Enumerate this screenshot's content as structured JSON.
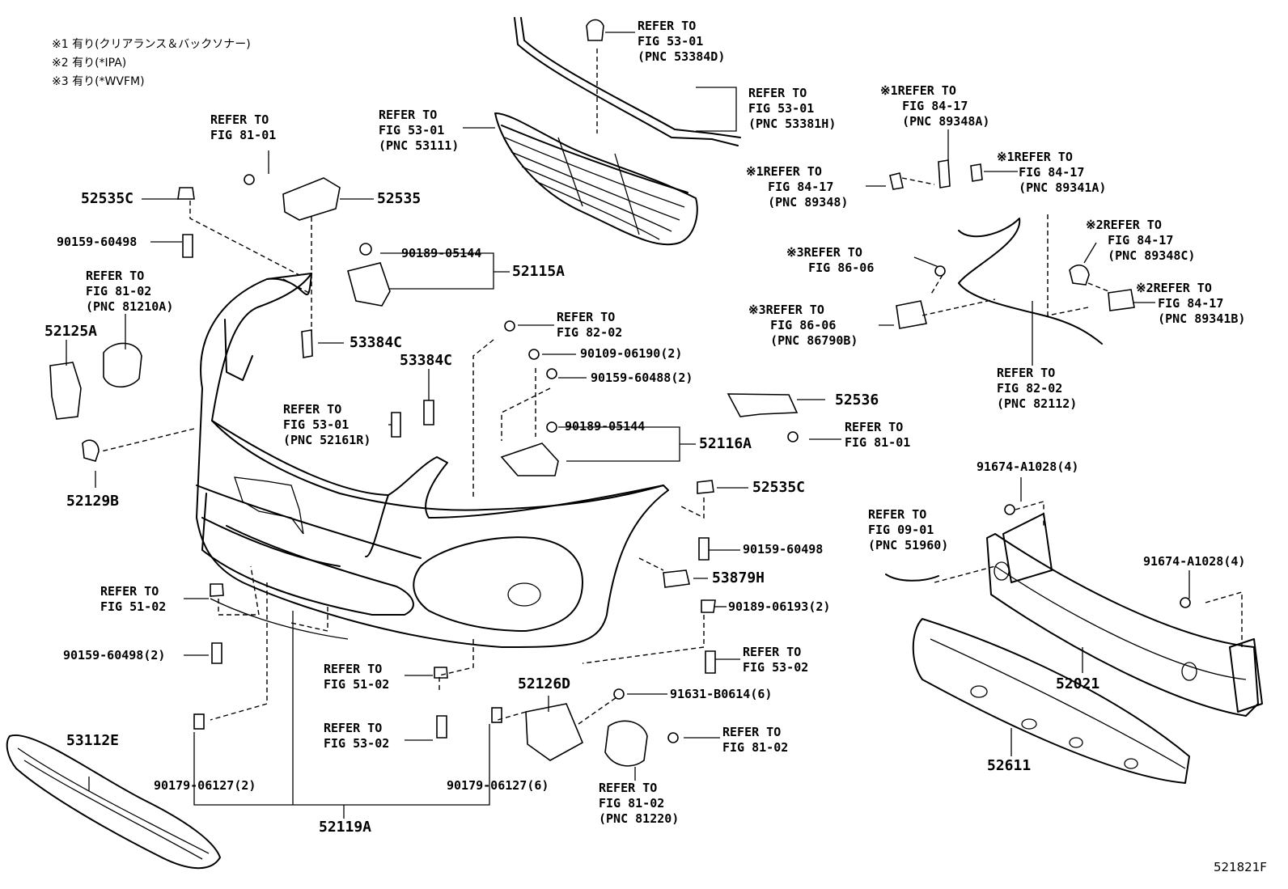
{
  "notes": [
    "※1 有り(クリアランス＆バックソナー)",
    "※2 有り(*IPA)",
    "※3 有り(*WVFM)"
  ],
  "figure_number": "521821F",
  "labels": {
    "refer_53384d": "REFER TO\nFIG 53-01\n(PNC 53384D)",
    "refer_53381h": "REFER TO\nFIG 53-01\n(PNC 53381H)",
    "refer_53111": "REFER TO\nFIG 53-01\n(PNC 53111)",
    "refer_8101_top": "REFER TO\nFIG 81-01",
    "p_52535c_top": "52535C",
    "p_52535": "52535",
    "p_90159_60498_top": "90159-60498",
    "p_90189_05144_top": "90189-05144",
    "p_52115a": "52115A",
    "refer_81210a": "REFER TO\nFIG 81-02\n(PNC 81210A)",
    "p_52125a": "52125A",
    "p_53384c_a": "53384C",
    "p_53384c_b": "53384C",
    "refer_52161r": "REFER TO\nFIG 53-01\n(PNC 52161R)",
    "p_52129b": "52129B",
    "refer_8202": "REFER TO\nFIG 82-02",
    "p_90109_06190": "90109-06190(2)",
    "p_90159_60488": "90159-60488(2)",
    "p_90189_05144_mid": "90189-05144",
    "p_52116a": "52116A",
    "p_52536": "52536",
    "refer_8101_right": "REFER TO\nFIG 81-01",
    "refer_89348a": "※1REFER TO\n   FIG 84-17\n   (PNC 89348A)",
    "refer_89348": "※1REFER TO\n   FIG 84-17\n   (PNC 89348)",
    "refer_89341a": "※1REFER TO\n   FIG 84-17\n   (PNC 89341A)",
    "refer_89348c": "※2REFER TO\n   FIG 84-17\n   (PNC 89348C)",
    "refer_8606_a": "※3REFER TO\n   FIG 86-06",
    "refer_86790b": "※3REFER TO\n   FIG 86-06\n   (PNC 86790B)",
    "refer_89341b": "※2REFER TO\n   FIG 84-17\n   (PNC 89341B)",
    "refer_82112": "REFER TO\nFIG 82-02\n(PNC 82112)",
    "p_52535c_right": "52535C",
    "p_90159_60498_right": "90159-60498",
    "p_53879h": "53879H",
    "p_90189_06193": "90189-06193(2)",
    "refer_5302_right": "REFER TO\nFIG 53-02",
    "p_91674_a1028_top": "91674-A1028(4)",
    "refer_51960": "REFER TO\nFIG 09-01\n(PNC 51960)",
    "p_91674_a1028_right": "91674-A1028(4)",
    "p_52021": "52021",
    "p_52611": "52611",
    "refer_5102_left": "REFER TO\nFIG 51-02",
    "p_90159_60498_2": "90159-60498(2)",
    "refer_5102_mid": "REFER TO\nFIG 51-02",
    "refer_5302_mid": "REFER TO\nFIG 53-02",
    "p_52126d": "52126D",
    "p_91631_b0614": "91631-B0614(6)",
    "refer_8102_right": "REFER TO\nFIG 81-02",
    "refer_81220": "REFER TO\nFIG 81-02\n(PNC 81220)",
    "p_53112e": "53112E",
    "p_90179_06127_2": "90179-06127(2)",
    "p_90179_06127_6": "90179-06127(6)",
    "p_52119a": "52119A"
  }
}
